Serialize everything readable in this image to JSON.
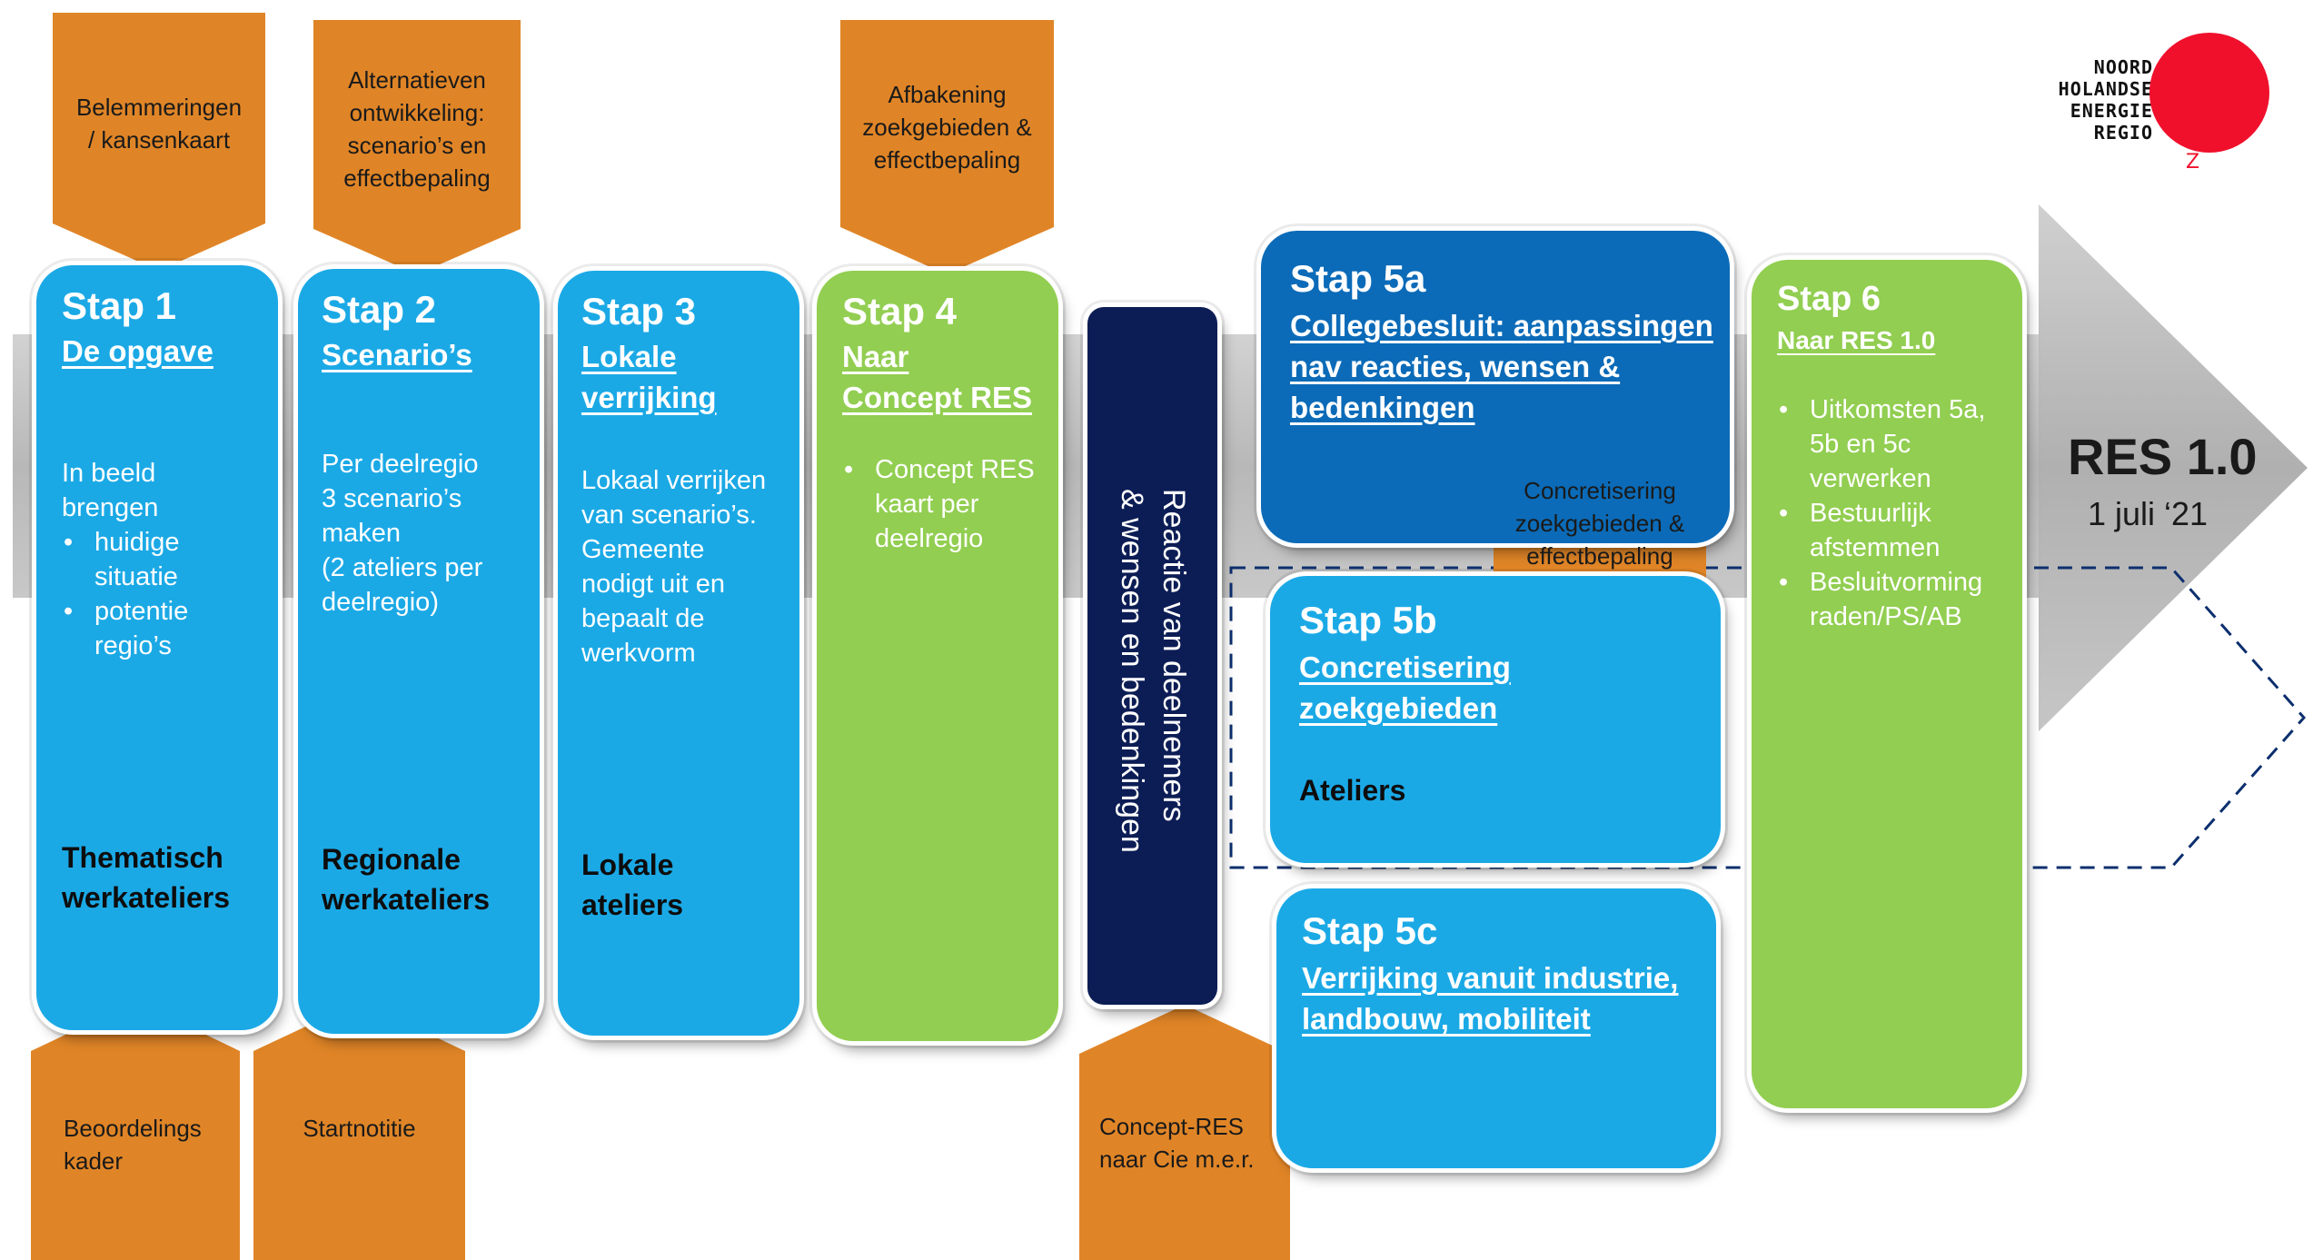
{
  "logo": {
    "lines": [
      "NOORD",
      "HOLANDSE",
      "ENERGIE",
      "REGIO"
    ],
    "mark": "Z",
    "color": "#f0102c"
  },
  "final": {
    "title": "RES 1.0",
    "date": "1 juli ‘21"
  },
  "steps": {
    "s1": {
      "title": "Stap 1",
      "subtitle": "De opgave",
      "intro": [
        "In beeld",
        "brengen"
      ],
      "bullets": [
        [
          "huidige",
          "situatie"
        ],
        [
          "potentie",
          "regio’s"
        ]
      ],
      "format": [
        "Thematisch",
        "werkateliers"
      ]
    },
    "s2": {
      "title": "Stap 2",
      "subtitle": "Scenario’s",
      "body": [
        "Per deelregio",
        "3 scenario’s",
        "maken",
        "(2 ateliers per",
        "deelregio)"
      ],
      "format": [
        "Regionale",
        "werkateliers"
      ]
    },
    "s3": {
      "title": "Stap 3",
      "subtitle": [
        "Lokale",
        "verrijking"
      ],
      "body": [
        "Lokaal verrijken",
        "van scenario’s.",
        "Gemeente",
        "nodigt uit en",
        "bepaalt de",
        "werkvorm"
      ],
      "format": [
        "Lokale",
        "ateliers"
      ]
    },
    "s4": {
      "title": "Stap 4",
      "subtitle": [
        "Naar",
        "Concept RES"
      ],
      "bullets": [
        [
          "Concept RES",
          "kaart per",
          "deelregio"
        ]
      ]
    },
    "reactie": {
      "lines": [
        "Reactie van deelnemers",
        "& wensen en bedenkingen"
      ]
    },
    "s5a": {
      "title": "Stap 5a",
      "subtitle": [
        "Collegebesluit: aanpassingen",
        "nav reacties, wensen &",
        "bedenkingen"
      ]
    },
    "s5b": {
      "title": "Stap 5b",
      "subtitle": [
        "Concretisering",
        "zoekgebieden"
      ],
      "format": "Ateliers"
    },
    "s5c": {
      "title": "Stap 5c",
      "subtitle": [
        "Verrijking vanuit industrie,",
        "landbouw, mobiliteit"
      ]
    },
    "s6": {
      "title": "Stap 6",
      "subtitle": "Naar RES 1.0",
      "bullets": [
        [
          "Uitkomsten 5a,",
          "5b en 5c",
          "verwerken"
        ],
        [
          "Bestuurlijk",
          "afstemmen"
        ],
        [
          "Besluitvorming",
          "raden/PS/AB"
        ]
      ]
    }
  },
  "inputs": {
    "top1": [
      "Belemmeringen",
      "/ kansenkaart"
    ],
    "top2": [
      "Alternatieven",
      "ontwikkeling:",
      "scenario’s en",
      "effectbepaling"
    ],
    "top4": [
      "Afbakening",
      "zoekgebieden &",
      "effectbepaling"
    ],
    "mid5": [
      "Concretisering",
      "zoekgebieden &",
      "effectbepaling"
    ],
    "bottom1": [
      "Beoordelings",
      "kader"
    ],
    "bottom2": [
      "Startnotitie"
    ],
    "bottom_reactie": [
      "Concept-RES",
      "naar Cie m.e.r."
    ]
  },
  "colors": {
    "step_blue": "#1ba9e6",
    "step_green": "#92ce51",
    "step_darkblue": "#0b6bb8",
    "reactie_navy": "#0c1d55",
    "input_orange": "#e08527",
    "arrow_grey": "#c4c4c4"
  }
}
